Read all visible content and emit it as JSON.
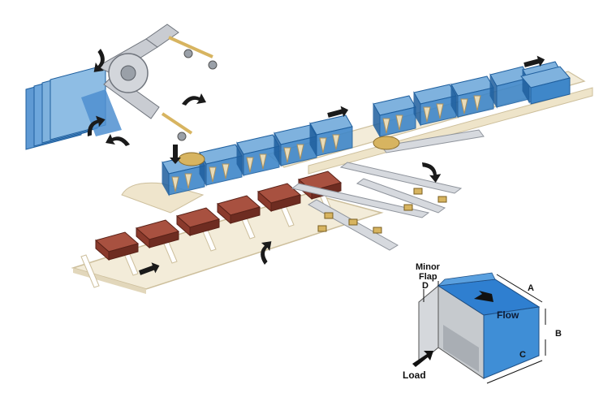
{
  "diagram": {
    "colors": {
      "carton_blue": "#3f87c9",
      "carton_blue_light": "#7fb2de",
      "carton_blue_dark": "#1f5f9e",
      "product_brown": "#8a3a2c",
      "product_brown_top": "#a85140",
      "conveyor_beige": "#f3ecd9",
      "conveyor_edge": "#cdbf9c",
      "metal_grey": "#c9ccd2",
      "metal_dark": "#8f949c",
      "brass": "#d7b460",
      "arrow_black": "#1a1a1a",
      "box_face_blue": "#2f7fd0",
      "box_side_grey": "#d5d8dc"
    },
    "icons": [
      "flow-arrow-icon",
      "rotation-arrow-icon",
      "suction-cup-icon"
    ],
    "carton_diagram": {
      "labels": {
        "minor_flap_line1": "Minor",
        "minor_flap_line2": "Flap",
        "dim_d": "D",
        "dim_a": "A",
        "dim_b": "B",
        "dim_c": "C",
        "flow": "Flow",
        "load": "Load"
      }
    }
  }
}
